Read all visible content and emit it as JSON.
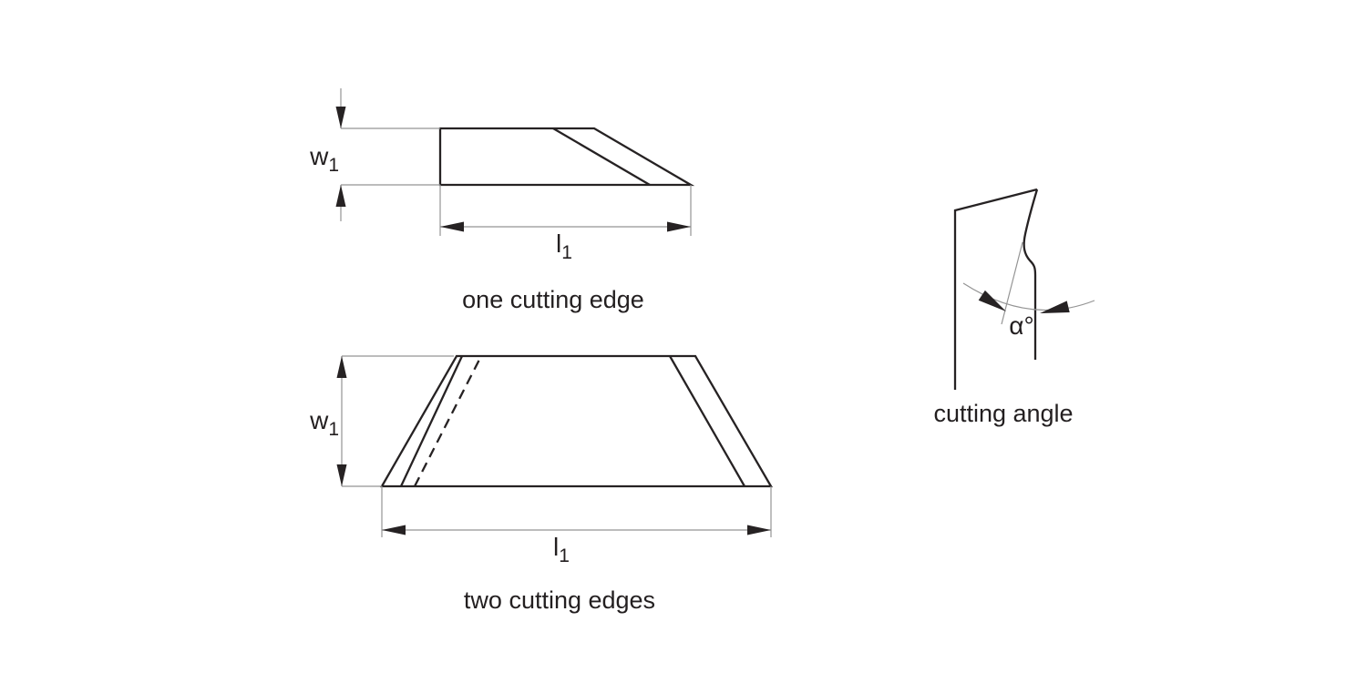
{
  "colors": {
    "page_background": "#ffffff",
    "line_dark": "#262223",
    "line_gray": "#949494",
    "text_color": "#231f20"
  },
  "diagrams": {
    "one_cutting_edge": {
      "caption": "one cutting edge",
      "width_label": {
        "base": "w",
        "sub": "1"
      },
      "length_label": {
        "base": "l",
        "sub": "1"
      }
    },
    "two_cutting_edges": {
      "caption": "two cutting edges",
      "width_label": {
        "base": "w",
        "sub": "1"
      },
      "length_label": {
        "base": "l",
        "sub": "1"
      }
    },
    "cutting_angle": {
      "caption": "cutting angle",
      "angle_label": "α°"
    }
  }
}
